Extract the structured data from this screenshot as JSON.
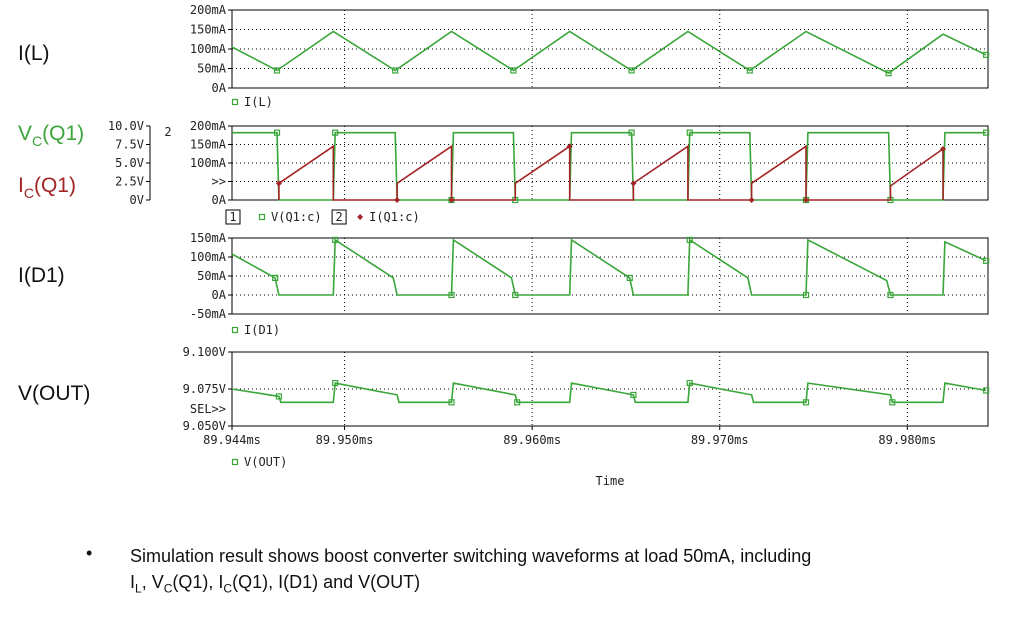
{
  "labels": {
    "il": {
      "main": "I(L)"
    },
    "vc": {
      "pre": "V",
      "sub": "C",
      "post": "(Q1)"
    },
    "ic": {
      "pre": "I",
      "sub": "C",
      "post": "(Q1)"
    },
    "id1": {
      "main": "I(D1)"
    },
    "vout": {
      "main": "V(OUT)"
    }
  },
  "colors": {
    "green": "#3aa63a",
    "red": "#a32424",
    "grid": "#000000"
  },
  "bullet": {
    "symbol": "•",
    "line1": "Simulation result shows boost converter switching waveforms at load 50mA, including",
    "p1": "I",
    "s1": "L",
    "p2": ", V",
    "s2": "C",
    "p3": "(Q1), I",
    "s3": "C",
    "p4": "(Q1), I(D1) and V(OUT)"
  },
  "chart_data": [
    {
      "type": "line",
      "yticks": [
        "200mA",
        "150mA",
        "100mA",
        "50mA",
        "0A"
      ],
      "ylim": [
        0,
        200
      ],
      "legend": [
        "I(L)"
      ],
      "series": [
        {
          "name": "I(L)",
          "x": [
            89.944,
            89.9464,
            89.9494,
            89.9527,
            89.9557,
            89.959,
            89.962,
            89.9653,
            89.9683,
            89.9716,
            89.9746,
            89.979,
            89.9819,
            89.9842
          ],
          "y": [
            105,
            45,
            145,
            45,
            145,
            45,
            145,
            45,
            145,
            45,
            145,
            38,
            138,
            85
          ]
        }
      ]
    },
    {
      "type": "line",
      "yticks_left": [
        "10.0V",
        "7.5V",
        "5.0V",
        "2.5V",
        "0V"
      ],
      "yticks_right": [
        "200mA",
        "150mA",
        "100mA",
        ">>",
        "0A"
      ],
      "ylim_left": [
        0,
        10
      ],
      "ylim_right": [
        0,
        200
      ],
      "axis_numbers": [
        "1",
        "2"
      ],
      "legend": [
        "V(Q1:c)",
        "I(Q1:c)"
      ],
      "series": [
        {
          "name": "V(Q1:c)",
          "x": [
            89.944,
            89.9464,
            89.9465,
            89.9494,
            89.9495,
            89.9527,
            89.9528,
            89.9557,
            89.9558,
            89.959,
            89.9591,
            89.962,
            89.9621,
            89.9653,
            89.9654,
            89.9683,
            89.9684,
            89.9716,
            89.9717,
            89.9746,
            89.9747,
            89.979,
            89.9791,
            89.9819,
            89.982,
            89.9842
          ],
          "y": [
            9.1,
            9.1,
            0,
            0,
            9.1,
            9.1,
            0,
            0,
            9.1,
            9.1,
            0,
            0,
            9.1,
            9.1,
            0,
            0,
            9.1,
            9.1,
            0,
            0,
            9.1,
            9.1,
            0,
            0,
            9.1,
            9.1
          ]
        },
        {
          "name": "I(Q1:c)",
          "x": [
            89.9465,
            89.9465,
            89.9494,
            89.9494,
            89.9528,
            89.9528,
            89.9557,
            89.9557,
            89.9591,
            89.9591,
            89.962,
            89.962,
            89.9654,
            89.9654,
            89.9683,
            89.9683,
            89.9717,
            89.9717,
            89.9746,
            89.9746,
            89.9791,
            89.9791,
            89.9819,
            89.9819
          ],
          "y": [
            0,
            45,
            145,
            0,
            0,
            45,
            145,
            0,
            0,
            45,
            145,
            0,
            0,
            45,
            145,
            0,
            0,
            45,
            145,
            0,
            0,
            38,
            138,
            0
          ]
        }
      ]
    },
    {
      "type": "line",
      "yticks": [
        "150mA",
        "100mA",
        "50mA",
        "0A",
        "-50mA"
      ],
      "ylim": [
        -50,
        150
      ],
      "legend": [
        "I(D1)"
      ],
      "series": [
        {
          "name": "I(D1)",
          "x": [
            89.944,
            89.9463,
            89.9465,
            89.9494,
            89.9495,
            89.9526,
            89.9528,
            89.9557,
            89.9558,
            89.9589,
            89.9591,
            89.962,
            89.9621,
            89.9652,
            89.9654,
            89.9683,
            89.9684,
            89.9715,
            89.9717,
            89.9746,
            89.9747,
            89.9789,
            89.9791,
            89.9819,
            89.982,
            89.9842
          ],
          "y": [
            108,
            45,
            0,
            0,
            145,
            45,
            0,
            0,
            145,
            45,
            0,
            0,
            145,
            45,
            0,
            0,
            145,
            45,
            0,
            0,
            145,
            38,
            0,
            0,
            140,
            90
          ]
        }
      ]
    },
    {
      "type": "line",
      "yticks": [
        "9.100V",
        "9.075V",
        "9.050V"
      ],
      "extra_tick": "SEL>>",
      "ylim": [
        9.05,
        9.1
      ],
      "legend": [
        "V(OUT)"
      ],
      "series": [
        {
          "name": "V(OUT)",
          "x": [
            89.944,
            89.9465,
            89.9466,
            89.9494,
            89.9495,
            89.9528,
            89.9529,
            89.9557,
            89.9558,
            89.9591,
            89.9592,
            89.962,
            89.9621,
            89.9654,
            89.9655,
            89.9683,
            89.9684,
            89.9717,
            89.9718,
            89.9746,
            89.9747,
            89.9791,
            89.9792,
            89.9819,
            89.982,
            89.9842
          ],
          "y": [
            9.075,
            9.07,
            9.066,
            9.066,
            9.079,
            9.071,
            9.066,
            9.066,
            9.079,
            9.071,
            9.066,
            9.066,
            9.079,
            9.071,
            9.066,
            9.066,
            9.079,
            9.071,
            9.066,
            9.066,
            9.079,
            9.071,
            9.066,
            9.066,
            9.079,
            9.074
          ]
        }
      ]
    }
  ],
  "xaxis": {
    "ticks": [
      "89.944ms",
      "89.950ms",
      "89.960ms",
      "89.970ms",
      "89.980ms"
    ],
    "tick_values": [
      89.944,
      89.95,
      89.96,
      89.97,
      89.98
    ],
    "xlim": [
      89.944,
      89.9843
    ],
    "label": "Time"
  }
}
